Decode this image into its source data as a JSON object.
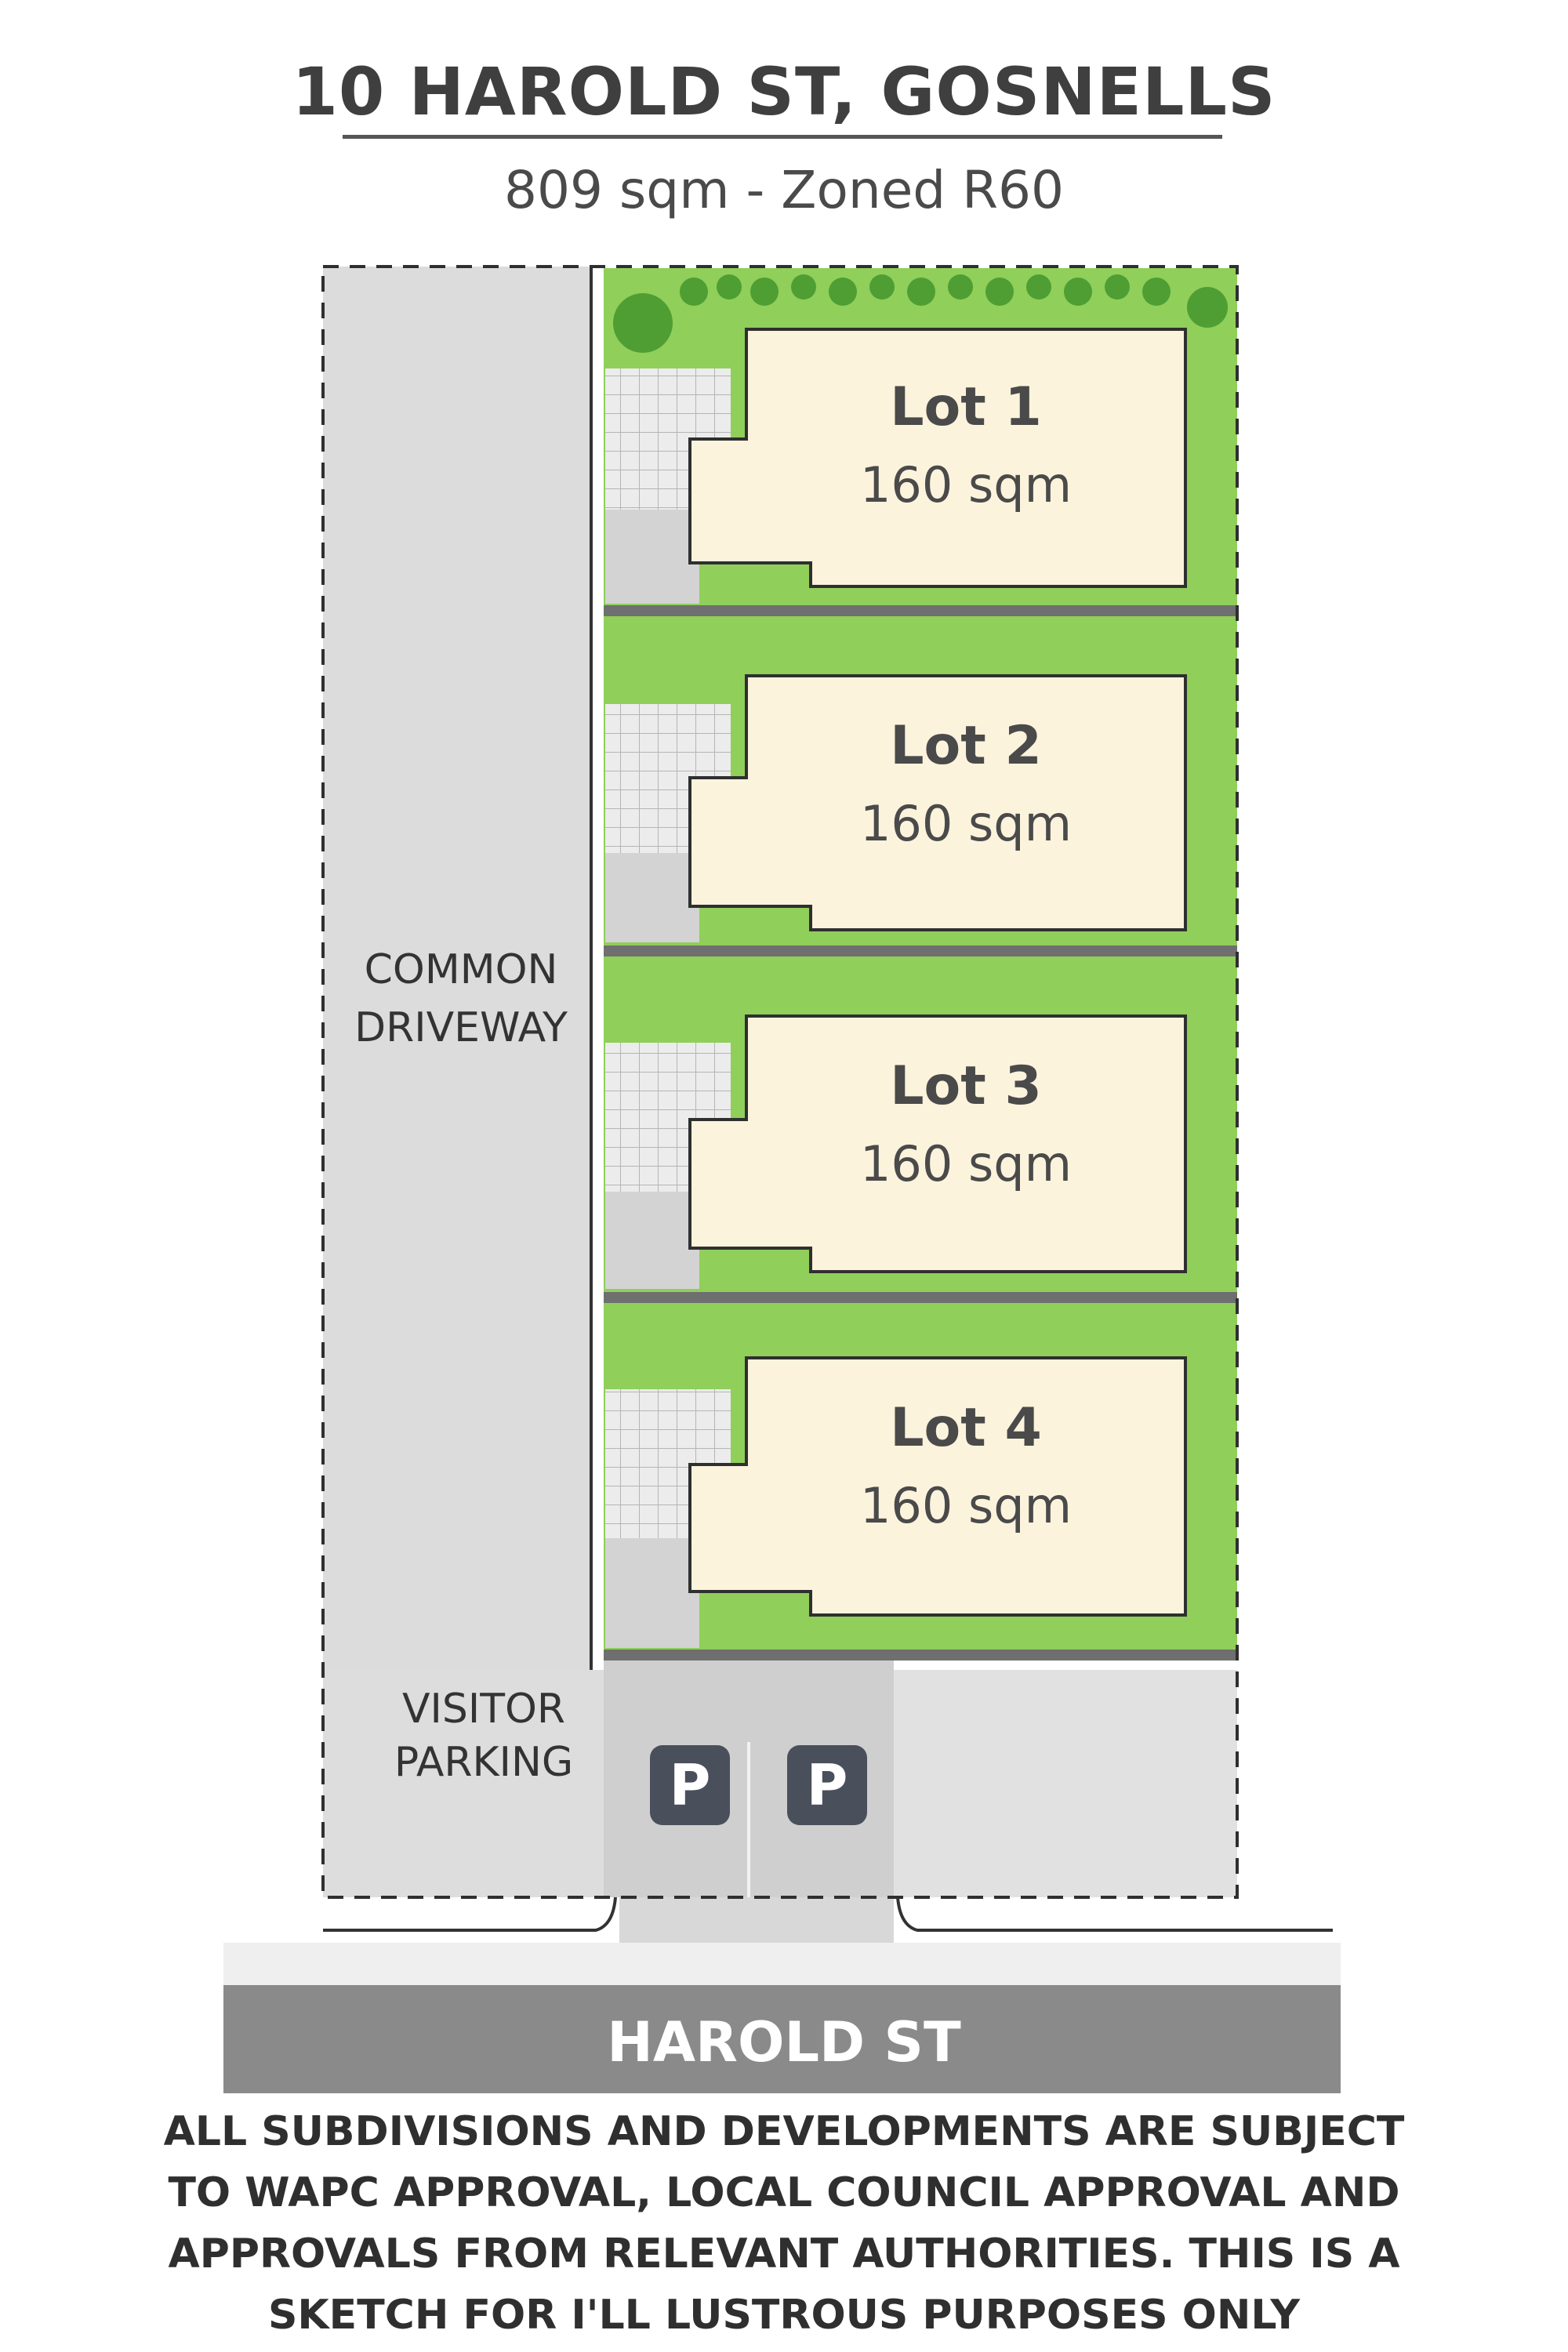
{
  "header": {
    "title": "10 HAROLD ST, GOSNELLS",
    "subtitle": "809 sqm - Zoned R60"
  },
  "plan": {
    "driveway_label_line1": "COMMON",
    "driveway_label_line2": "DRIVEWAY",
    "visitor_label_line1": "VISITOR",
    "visitor_label_line2": "PARKING",
    "parking_symbol": "P",
    "lots": [
      {
        "name": "Lot 1",
        "area": "160 sqm"
      },
      {
        "name": "Lot 2",
        "area": "160 sqm"
      },
      {
        "name": "Lot 3",
        "area": "160 sqm"
      },
      {
        "name": "Lot 4",
        "area": "160 sqm"
      }
    ]
  },
  "street": {
    "name": "HAROLD ST"
  },
  "disclaimer": {
    "line1": "ALL SUBDIVISIONS AND DEVELOPMENTS ARE SUBJECT",
    "line2": "TO WAPC APPROVAL, LOCAL COUNCIL APPROVAL AND",
    "line3": "APPROVALS FROM RELEVANT AUTHORITIES. THIS IS A",
    "line4": "SKETCH FOR I'LL LUSTROUS PURPOSES ONLY"
  },
  "colors": {
    "lawn": "#8fcf5a",
    "house": "#fcf3dc",
    "driveway": "#d9d9d9",
    "paving": "#e9e9e9",
    "street": "#8a8a8a",
    "parking_badge": "#4a4f5c"
  }
}
